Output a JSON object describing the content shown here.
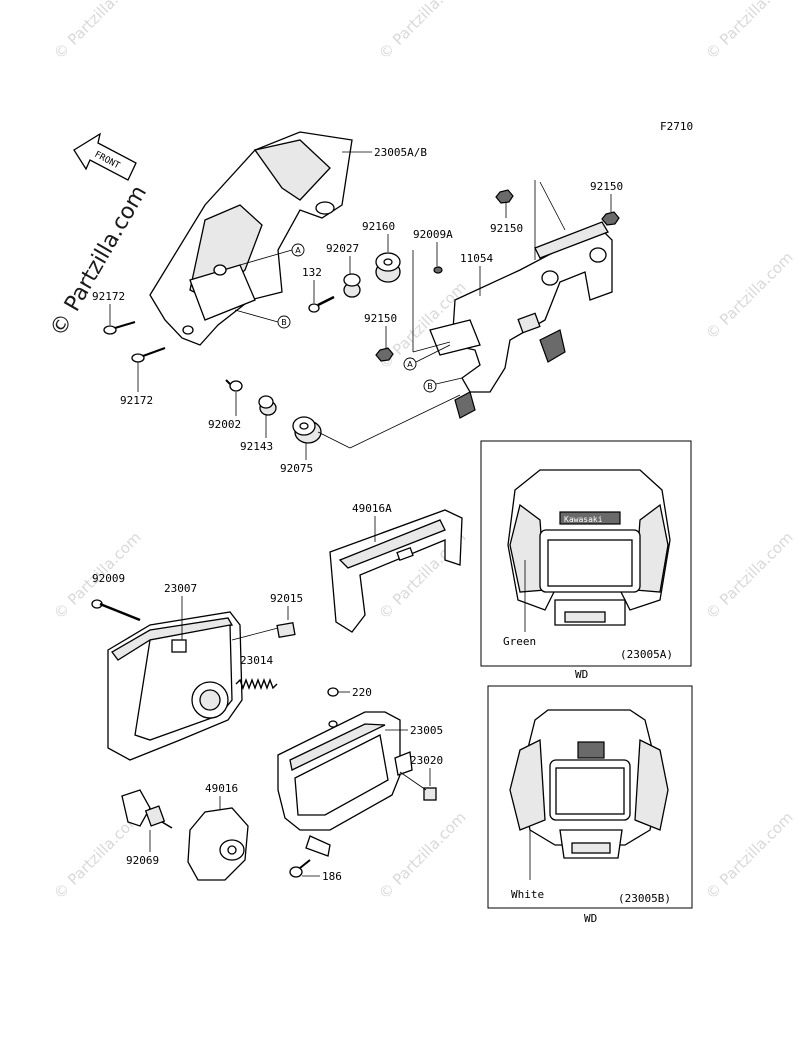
{
  "figure_code": "F2710",
  "watermark": "© Partzilla.com",
  "front_arrow_label": "FRONT",
  "callout_a": "A",
  "callout_b": "B",
  "part_labels": {
    "p23005ab": "23005A/B",
    "p92150_top": "92150",
    "p92150_mid": "92150",
    "p92150_low": "92150",
    "p92160": "92160",
    "p92009a": "92009A",
    "p92027": "92027",
    "p11054": "11054",
    "p132": "132",
    "p92172_a": "92172",
    "p92172_b": "92172",
    "p92002": "92002",
    "p92143": "92143",
    "p92075": "92075",
    "p49016a": "49016A",
    "p92009": "92009",
    "p23007": "23007",
    "p92015": "92015",
    "p23014": "23014",
    "p220": "220",
    "p23005": "23005",
    "p23020": "23020",
    "p49016": "49016",
    "p92069": "92069",
    "p186": "186"
  },
  "inset_green": {
    "color_label": "Green",
    "part_code": "(23005A)",
    "model": "WD",
    "brand": "Kawasaki"
  },
  "inset_white": {
    "color_label": "White",
    "part_code": "(23005B)",
    "model": "WD"
  }
}
